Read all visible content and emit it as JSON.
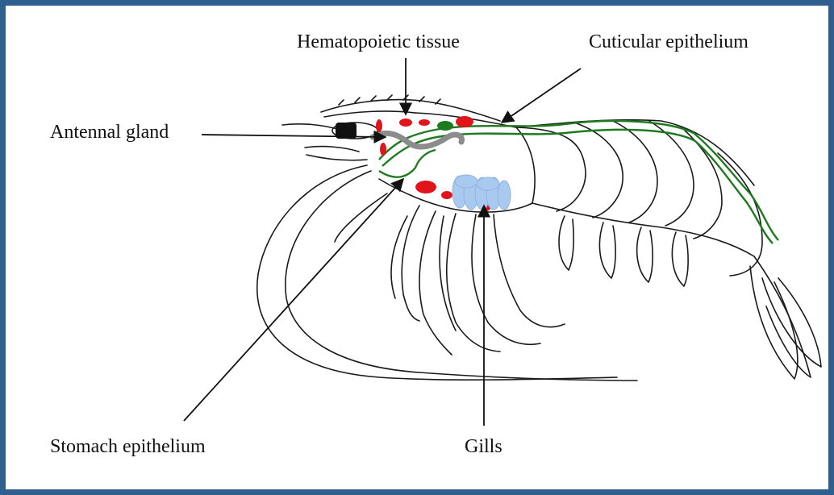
{
  "labels": {
    "hematopoietic": "Hematopoietic tissue",
    "cuticular": "Cuticular epithelium",
    "antennal": "Antennal gland",
    "stomach": "Stomach epithelium",
    "gills": "Gills"
  },
  "colors": {
    "frame": "#2f5f8e",
    "outline": "#1a1a1a",
    "epithelium_line": "#1e7a1e",
    "hematopoietic_spots": "#e0141a",
    "antennal_gland": "#8c8c8c",
    "gills": "#a9c9ef"
  }
}
